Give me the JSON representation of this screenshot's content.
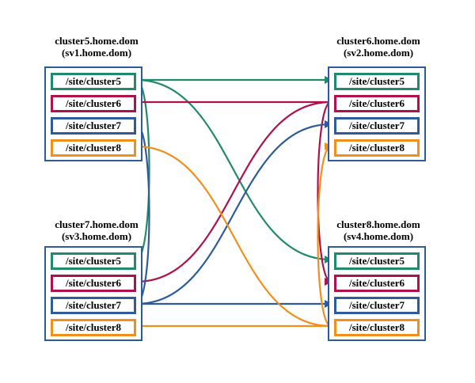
{
  "colors": {
    "cluster5": "#218a6c",
    "cluster6": "#b0114d",
    "cluster7": "#2e5c9a",
    "cluster8": "#f18f1c",
    "box_border": "#2e5c9a"
  },
  "servers": [
    {
      "id": "sv1",
      "title": "cluster5.home.dom",
      "subtitle": "(sv1.home.dom)",
      "paths": [
        "/site/cluster5",
        "/site/cluster6",
        "/site/cluster7",
        "/site/cluster8"
      ]
    },
    {
      "id": "sv2",
      "title": "cluster6.home.dom",
      "subtitle": "(sv2.home.dom)",
      "paths": [
        "/site/cluster5",
        "/site/cluster6",
        "/site/cluster7",
        "/site/cluster8"
      ]
    },
    {
      "id": "sv3",
      "title": "cluster7.home.dom",
      "subtitle": "(sv3.home.dom)",
      "paths": [
        "/site/cluster5",
        "/site/cluster6",
        "/site/cluster7",
        "/site/cluster8"
      ]
    },
    {
      "id": "sv4",
      "title": "cluster8.home.dom",
      "subtitle": "(sv4.home.dom)",
      "paths": [
        "/site/cluster5",
        "/site/cluster6",
        "/site/cluster7",
        "/site/cluster8"
      ]
    }
  ],
  "links": [
    {
      "from": "sv1",
      "from_path": "cluster5",
      "to": "sv2",
      "to_path": "cluster5",
      "color": "cluster5"
    },
    {
      "from": "sv1",
      "from_path": "cluster5",
      "to": "sv3",
      "to_path": "cluster5",
      "color": "cluster5"
    },
    {
      "from": "sv1",
      "from_path": "cluster5",
      "to": "sv4",
      "to_path": "cluster5",
      "color": "cluster5"
    },
    {
      "from": "sv2",
      "from_path": "cluster6",
      "to": "sv1",
      "to_path": "cluster6",
      "color": "cluster6"
    },
    {
      "from": "sv2",
      "from_path": "cluster6",
      "to": "sv3",
      "to_path": "cluster6",
      "color": "cluster6"
    },
    {
      "from": "sv2",
      "from_path": "cluster6",
      "to": "sv4",
      "to_path": "cluster6",
      "color": "cluster6"
    },
    {
      "from": "sv3",
      "from_path": "cluster7",
      "to": "sv1",
      "to_path": "cluster7",
      "color": "cluster7"
    },
    {
      "from": "sv3",
      "from_path": "cluster7",
      "to": "sv2",
      "to_path": "cluster7",
      "color": "cluster7"
    },
    {
      "from": "sv3",
      "from_path": "cluster7",
      "to": "sv4",
      "to_path": "cluster7",
      "color": "cluster7"
    },
    {
      "from": "sv4",
      "from_path": "cluster8",
      "to": "sv1",
      "to_path": "cluster8",
      "color": "cluster8"
    },
    {
      "from": "sv4",
      "from_path": "cluster8",
      "to": "sv2",
      "to_path": "cluster8",
      "color": "cluster8"
    },
    {
      "from": "sv4",
      "from_path": "cluster8",
      "to": "sv3",
      "to_path": "cluster8",
      "color": "cluster8"
    }
  ]
}
